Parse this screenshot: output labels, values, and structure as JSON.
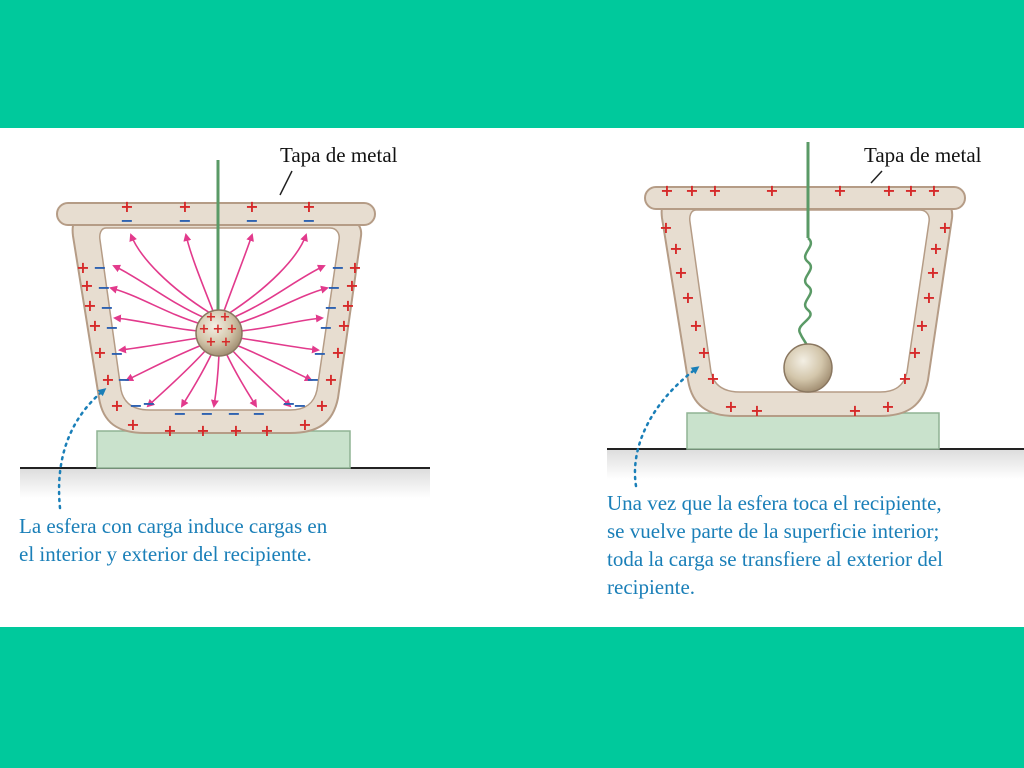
{
  "left_panel": {
    "lid_label": "Tapa de metal",
    "caption_lines": [
      "La esfera con carga induce cargas en",
      "el interior y exterior del recipiente."
    ]
  },
  "right_panel": {
    "lid_label": "Tapa de metal",
    "caption_lines": [
      "Una vez que la esfera toca el recipiente,",
      "se vuelve parte de la superficie interior;",
      "toda la carga se transfiere al exterior del",
      "recipiente."
    ]
  },
  "colors": {
    "background_band": "#00c99c",
    "vessel_wall": "#e7ddd0",
    "vessel_stroke": "#b59c86",
    "field_lines": "#e23a8c",
    "positive_charge": "#d62a2a",
    "negative_charge": "#2a5fb0",
    "stand": "#c9e2cc",
    "caption": "#1a7fb8",
    "rod": "#5a9a66"
  }
}
